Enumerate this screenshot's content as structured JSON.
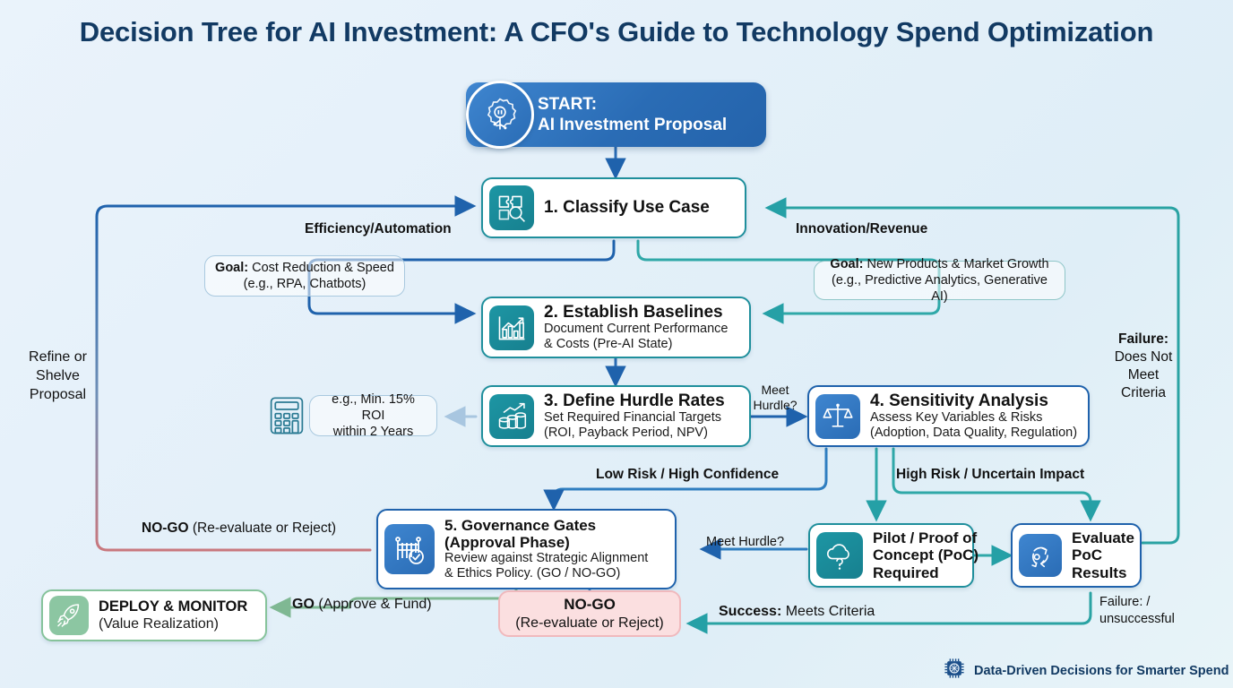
{
  "title": "Decision Tree for AI Investment: A CFO's Guide to Technology Spend Optimization",
  "nodes": {
    "start": {
      "line1": "START:",
      "line2": "AI Investment Proposal",
      "icon": "gear-ai-icon"
    },
    "classify": {
      "title": "1. Classify Use Case",
      "icon": "puzzle-search-icon"
    },
    "baselines": {
      "title": "2. Establish Baselines",
      "sub1": "Document Current Performance",
      "sub2": "& Costs (Pre-AI State)",
      "icon": "bar-chart-growth-icon"
    },
    "hurdle": {
      "title": "3. Define Hurdle Rates",
      "sub1": "Set Required Financial Targets",
      "sub2": "(ROI, Payback Period, NPV)",
      "icon": "coins-growth-icon"
    },
    "sensitivity": {
      "title": "4. Sensitivity Analysis",
      "sub1": "Assess Key Variables & Risks",
      "sub2": "(Adoption, Data Quality, Regulation)",
      "icon": "balance-scales-icon"
    },
    "governance": {
      "title1": "5. Governance Gates",
      "title2": "(Approval Phase)",
      "sub1": "Review against Strategic Alignment",
      "sub2": "& Ethics Policy. (GO / NO-GO)",
      "icon": "gate-check-icon"
    },
    "pilot": {
      "line1": "Pilot / Proof of",
      "line2": "Concept (PoC)",
      "line3": "Required",
      "icon": "cloud-question-icon"
    },
    "evaluate": {
      "line1": "Evaluate",
      "line2": "PoC",
      "line3": "Results",
      "icon": "refresh-cycle-icon"
    },
    "deploy": {
      "title": "DEPLOY & MONITOR",
      "sub": "(Value Realization)",
      "icon": "rocket-icon"
    }
  },
  "notes": {
    "goal_left": {
      "bold": "Goal:",
      "rest": " Cost Reduction & Speed",
      "line2": "(e.g., RPA, Chatbots)"
    },
    "goal_right": {
      "bold": "Goal:",
      "rest": " New Products & Market Growth",
      "line2": "(e.g., Predictive Analytics, Generative AI)"
    },
    "roi": {
      "line1": "e.g., Min. 15% ROI",
      "line2": "within 2 Years",
      "icon": "calculator-icon"
    }
  },
  "edge_labels": {
    "efficiency": "Efficiency/Automation",
    "innovation": "Innovation/Revenue",
    "meet_hurdle_1_a": "Meet",
    "meet_hurdle_1_b": "Hurdle?",
    "meet_hurdle_2": "Meet Hurdle?",
    "low_risk": "Low Risk / High Confidence",
    "high_risk": "High Risk / Uncertain Impact",
    "refine_a": "Refine or",
    "refine_b": "Shelve",
    "refine_c": "Proposal",
    "failure_a": "Failure:",
    "failure_b": "Does Not",
    "failure_c": "Meet",
    "failure_d": "Criteria",
    "nogo_reeval_bold": "NO-GO",
    "nogo_reeval_rest": " (Re-evaluate or Reject)",
    "go_bold": "GO",
    "go_rest": " (Approve & Fund)",
    "success_bold": "Success:",
    "success_rest": " Meets Criteria",
    "failure_unsucc_a": "Failure: /",
    "failure_unsucc_b": "unsuccessful"
  },
  "terminals": {
    "nogo": {
      "line1": "NO-GO",
      "line2": "(Re-evaluate or Reject)"
    }
  },
  "footer": {
    "text": "Data-Driven Decisions for Smarter Spend",
    "icon": "ai-chip-icon"
  },
  "colors": {
    "blue": "#1f62ac",
    "teal": "#1f8f9c",
    "green": "#5fa87b",
    "red": "#c9787e",
    "title": "#123a63",
    "nogo_bg": "#fbdfe0",
    "background": "#e8f2fa"
  }
}
